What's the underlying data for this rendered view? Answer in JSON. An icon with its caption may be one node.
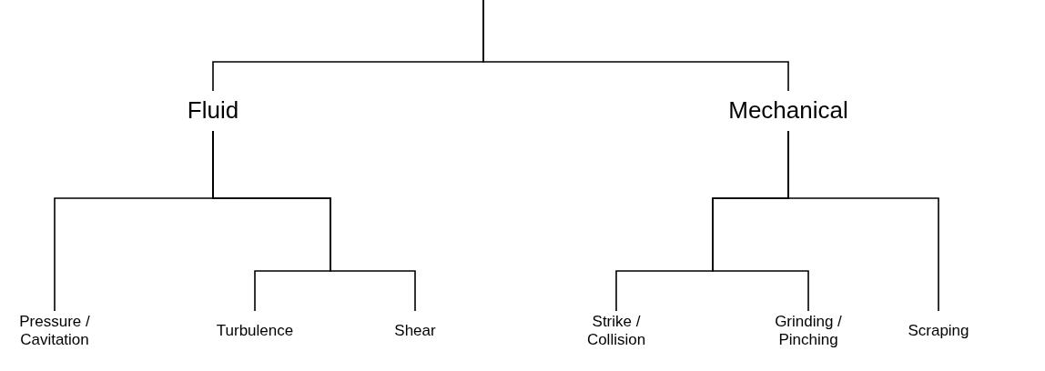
{
  "diagram": {
    "nodes": [
      {
        "text": [
          "Fluid"
        ]
      },
      {
        "text": [
          "Mechanical"
        ]
      },
      {
        "text": [
          "Pressure / Cavitation"
        ]
      },
      {
        "text": [
          "Turbulence"
        ]
      },
      {
        "text": [
          "Shear"
        ]
      },
      {
        "text": [
          "Strike / Collision"
        ]
      },
      {
        "text": [
          "Grinding / Pinching"
        ]
      },
      {
        "text": [
          "Scraping"
        ]
      }
    ],
    "edges": [
      {
        "from": null,
        "to": 0,
        "arrow": "none"
      },
      {
        "from": null,
        "to": 1,
        "arrow": "none"
      },
      {
        "from": 0,
        "to": 2,
        "arrow": "none"
      },
      {
        "from": 0,
        "to": 3,
        "arrow": "none"
      },
      {
        "from": 0,
        "to": 4,
        "arrow": "none"
      },
      {
        "from": 1,
        "to": 5,
        "arrow": "none"
      },
      {
        "from": 1,
        "to": 6,
        "arrow": "none"
      },
      {
        "from": 1,
        "to": 7,
        "arrow": "none"
      }
    ]
  }
}
